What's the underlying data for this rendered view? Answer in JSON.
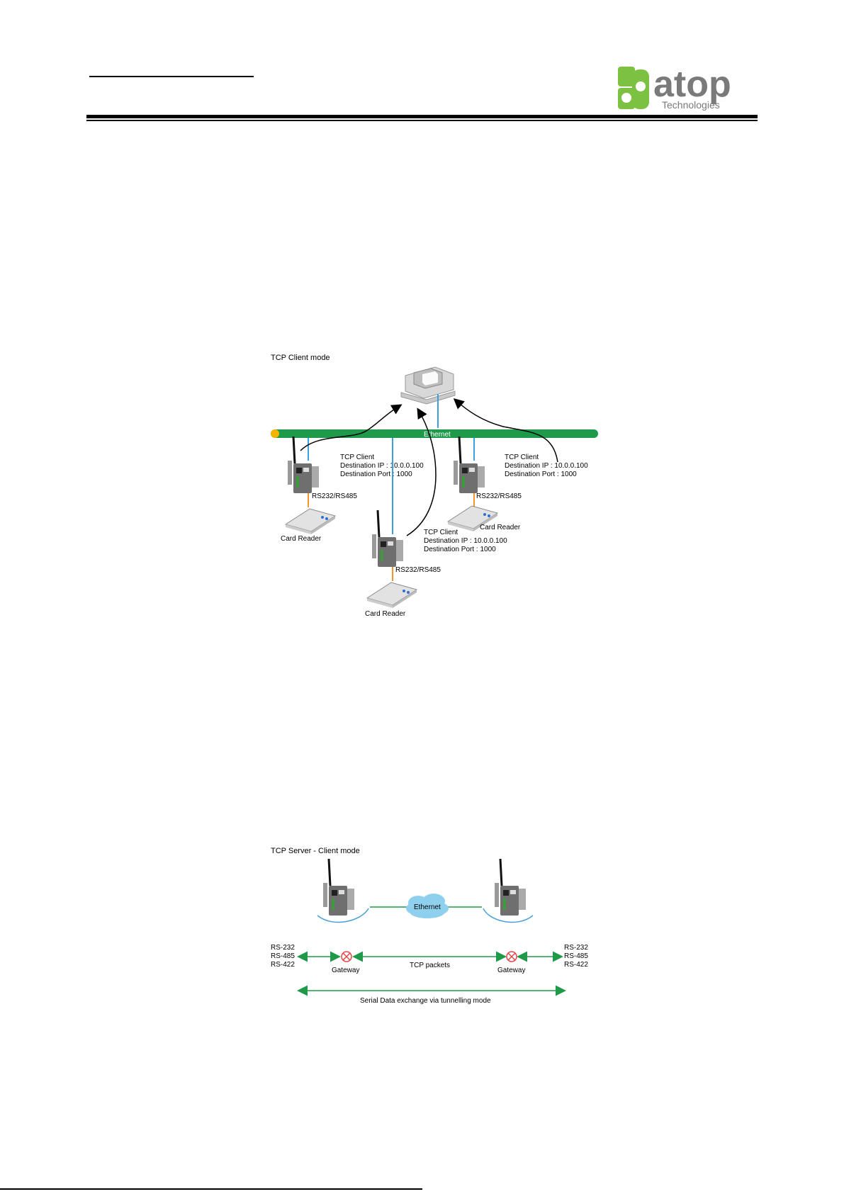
{
  "logo": {
    "word": "atop",
    "sub": "Technologies",
    "colors": {
      "green": "#7cc142",
      "gray": "#7a7a7a"
    }
  },
  "figure1": {
    "title": "TCP Client mode",
    "ethernet_label": "Ethernet",
    "clients": [
      {
        "line1": "TCP Client",
        "line2": "Destination IP : 10.0.0.100",
        "line3": "Destination Port : 1000",
        "serial": "RS232/RS485",
        "reader": "Card Reader"
      },
      {
        "line1": "TCP Client",
        "line2": "Destination IP : 10.0.0.100",
        "line3": "Destination Port : 1000",
        "serial": "RS232/RS485",
        "reader": "Card Reader"
      },
      {
        "line1": "TCP Client",
        "line2": "Destination IP : 10.0.0.100",
        "line3": "Destination Port : 1000",
        "serial": "RS232/RS485",
        "reader": "Card Reader"
      }
    ],
    "colors": {
      "ethernet": "#1f9a4a",
      "link": "#3aa0e0",
      "serial": "#f0962a",
      "dot": "#f5b400"
    }
  },
  "figure2": {
    "title": "TCP Server - Client mode",
    "cloud_label": "Ethernet",
    "left_ports": [
      "RS-232",
      "RS-485",
      "RS-422"
    ],
    "right_ports": [
      "RS-232",
      "RS-485",
      "RS-422"
    ],
    "gateway_left": "Gateway",
    "gateway_right": "Gateway",
    "packets_label": "TCP packets",
    "bottom_label": "Serial Data exchange via tunnelling mode",
    "colors": {
      "arrow": "#1f9a4a",
      "cloud": "#8fd0ef",
      "gateway": "#e0464a"
    }
  }
}
